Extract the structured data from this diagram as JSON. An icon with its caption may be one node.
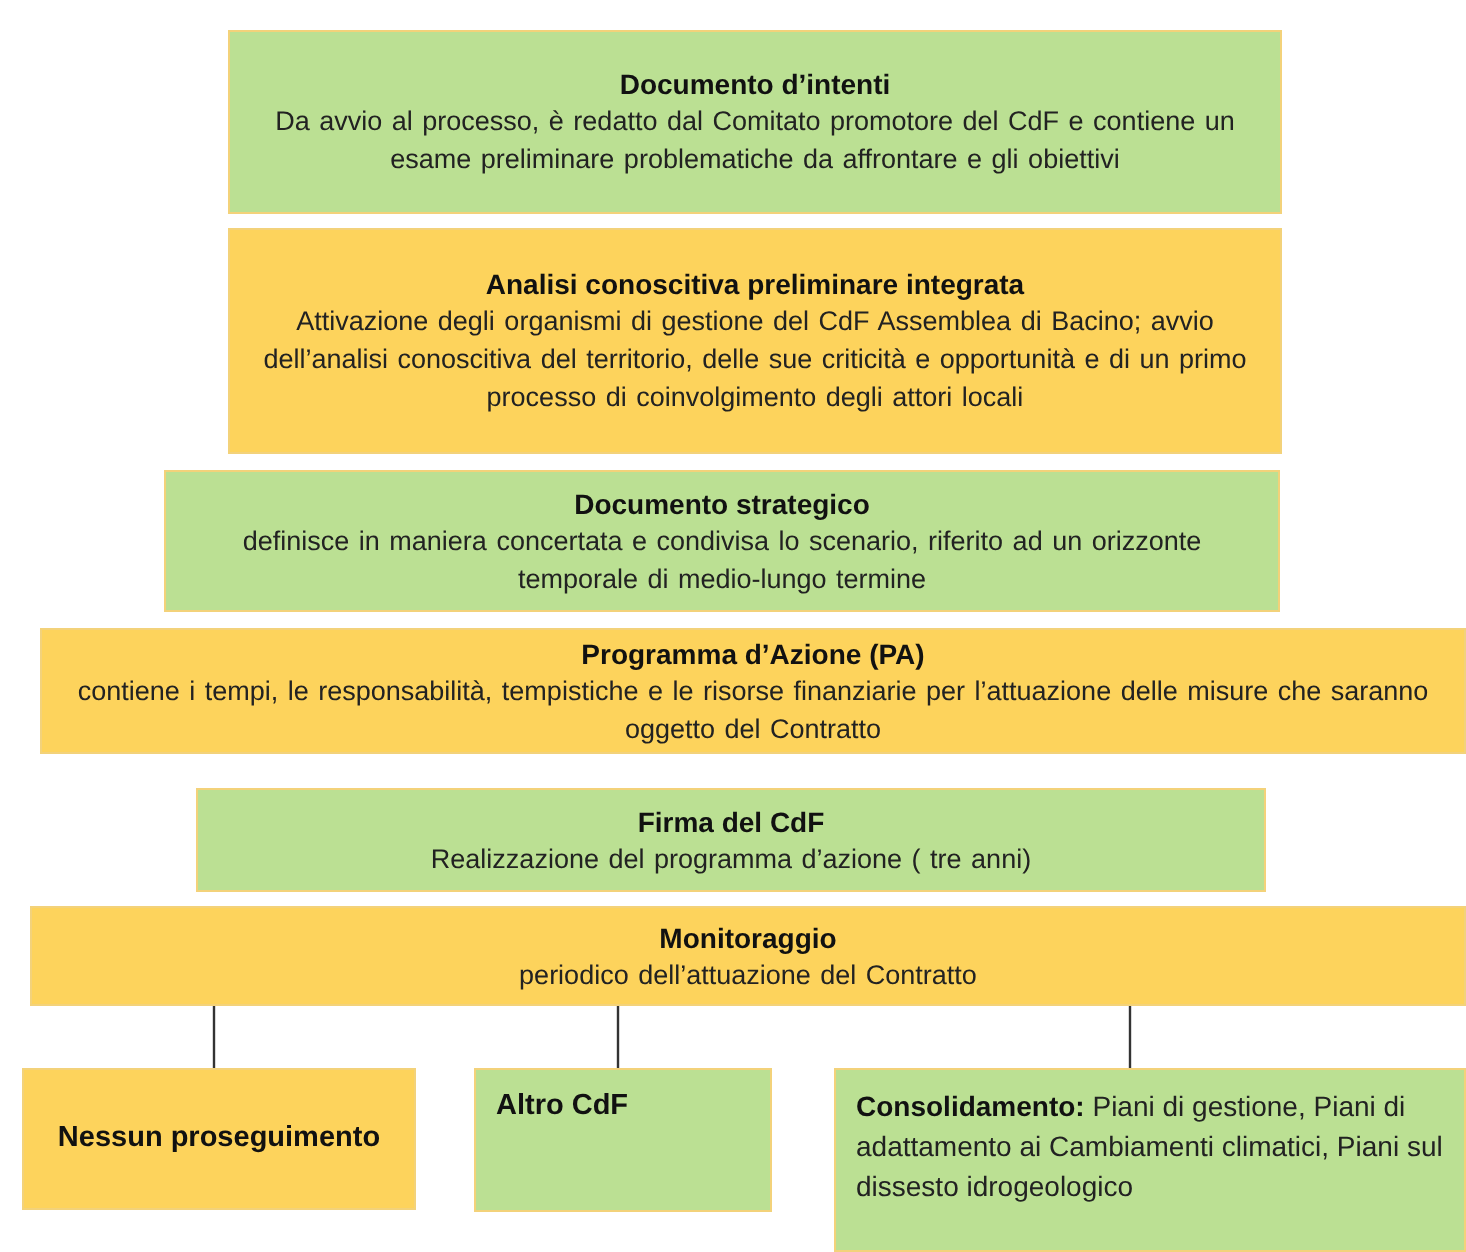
{
  "diagram": {
    "nodes": [
      {
        "text": [
          "Documento d’intenti",
          "Da avvio al processo, è redatto dal Comitato promotore del CdF e contiene un esame preliminare problematiche da affrontare e gli obiettivi"
        ]
      },
      {
        "text": [
          "Analisi conoscitiva preliminare integrata",
          "Attivazione degli organismi di gestione del CdF Assemblea di Bacino; avvio dell’analisi conoscitiva del territorio, delle sue criticità e opportunità e di un primo processo di coinvolgimento degli attori locali"
        ]
      },
      {
        "text": [
          "Documento strategico",
          "definisce in maniera concertata e condivisa lo scenario, riferito ad un orizzonte temporale di medio-lungo termine"
        ]
      },
      {
        "text": [
          "Programma d’Azione (PA)",
          "contiene i tempi, le responsabilità, tempistiche e le risorse finanziarie per l’attuazione delle misure che saranno oggetto del Contratto"
        ]
      },
      {
        "text": [
          "Firma del CdF",
          "Realizzazione del programma d’azione ( tre anni)"
        ]
      },
      {
        "text": [
          "Monitoraggio",
          "periodico dell’attuazione del Contratto"
        ]
      },
      {
        "text": [
          "Nessun proseguimento"
        ]
      },
      {
        "text": [
          "Altro CdF"
        ]
      },
      {
        "text": [
          "**Consolidamento:** Piani di gestione, Piani di adattamento ai Cambiamenti climatici, Piani sul dissesto idrogeologico"
        ]
      }
    ],
    "edges": [
      {
        "from": 5,
        "to": 6,
        "arrow": "none"
      },
      {
        "from": 5,
        "to": 7,
        "arrow": "none"
      },
      {
        "from": 5,
        "to": 8,
        "arrow": "none"
      }
    ]
  }
}
